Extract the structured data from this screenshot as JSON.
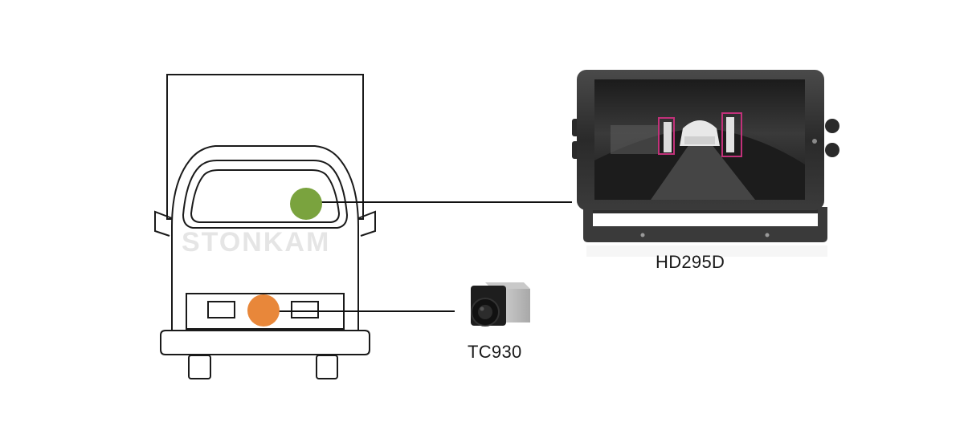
{
  "watermark": "STONKAM",
  "monitor": {
    "label": "HD295D"
  },
  "camera": {
    "label": "TC930"
  },
  "colors": {
    "monitor_marker": "#7aa33e",
    "camera_marker": "#e8873a",
    "detection_box": "#c2317a"
  },
  "icons": [
    "truck-outline",
    "monitor-device",
    "thermal-camera-device"
  ]
}
